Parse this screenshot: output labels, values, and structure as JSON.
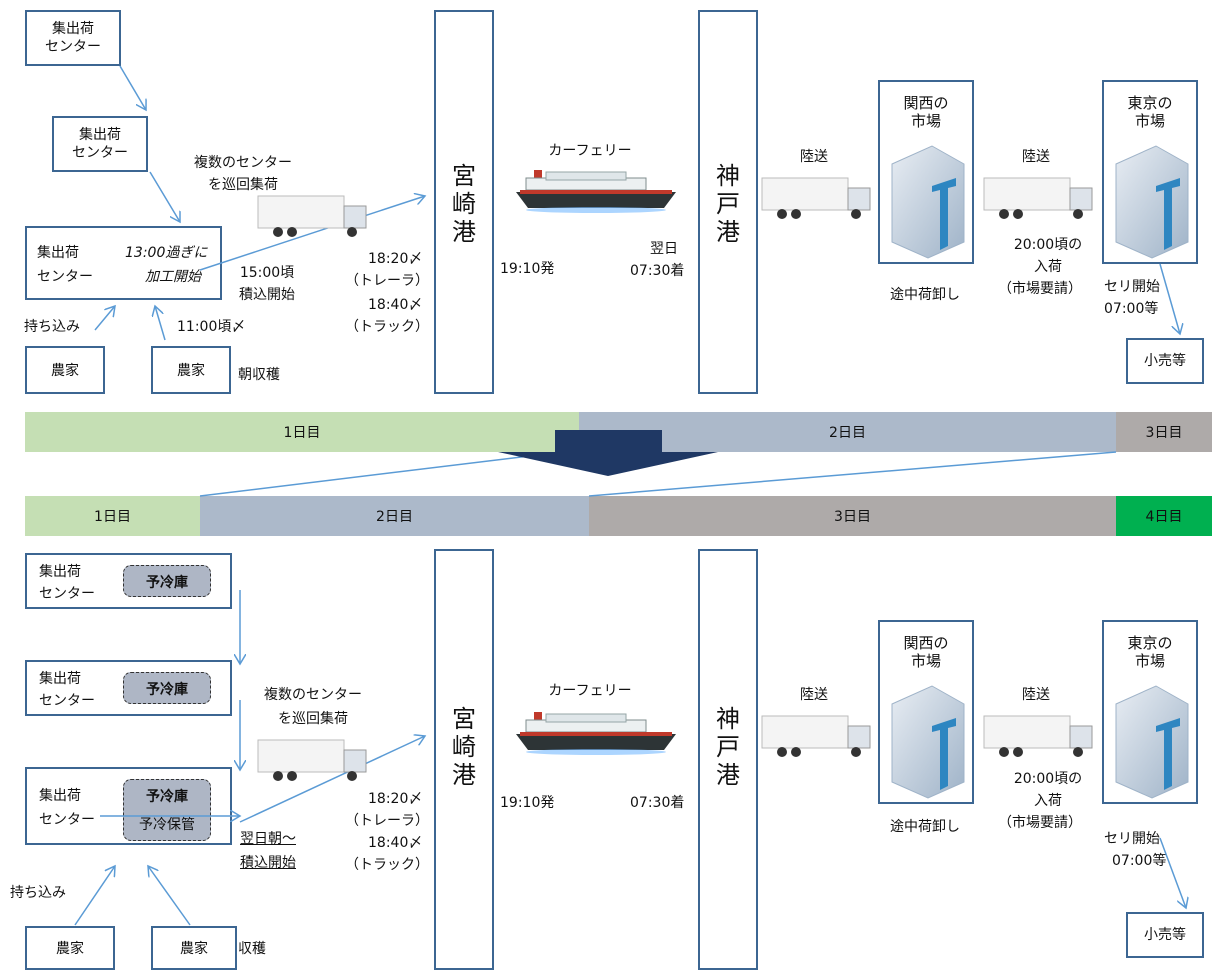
{
  "colors": {
    "box_border": "#3c6692",
    "arrow": "#5b9bd5",
    "day1": "#c5dfb4",
    "day2": "#acb9ca",
    "day3": "#aeaaa9",
    "day4": "#00b050",
    "transition_arrow": "#1f3864"
  },
  "top": {
    "center1": {
      "line1": "集出荷",
      "line2": "センター"
    },
    "center2": {
      "line1": "集出荷",
      "line2": "センター"
    },
    "center3": {
      "line1": "集出荷",
      "line2": "センター",
      "note1": "13:00過ぎに",
      "note2": "加工開始"
    },
    "farmer_a": "農家",
    "farmer_b": "農家",
    "bring_in": "持ち込み",
    "harvest_time": "11:00頃〆",
    "morning_harvest": "朝収穫",
    "collect_note1": "複数のセンター",
    "collect_note2": "を巡回集荷",
    "load_note1": "15:00頃",
    "load_note2": "積込開始",
    "trailer_time": "18:20〆",
    "trailer_label": "（トレーラ）",
    "truck_time": "18:40〆",
    "truck_label": "（トラック）",
    "port_miyazaki": [
      "宮",
      "崎",
      "港"
    ],
    "ferry_label": "カーフェリー",
    "depart": "19:10発",
    "arrive_day": "翌日",
    "arrive_time": "07:30着",
    "port_kobe": [
      "神",
      "戸",
      "港"
    ],
    "land1": "陸送",
    "kansai_market": {
      "line1": "関西の",
      "line2": "市場"
    },
    "unload": "途中荷卸し",
    "land2": "陸送",
    "arrival_note1": "20:00頃の",
    "arrival_note2": "入荷",
    "arrival_note3": "（市場要請）",
    "tokyo_market": {
      "line1": "東京の",
      "line2": "市場"
    },
    "auction1": "セリ開始",
    "auction2": "07:00等",
    "retail": "小売等"
  },
  "timeline_top": [
    "1日目",
    "2日目",
    "3日目"
  ],
  "timeline_bottom": [
    "1日目",
    "2日目",
    "3日目",
    "4日目"
  ],
  "bottom": {
    "center1": {
      "line1": "集出荷",
      "line2": "センター",
      "precool": "予冷庫"
    },
    "center2": {
      "line1": "集出荷",
      "line2": "センター",
      "precool": "予冷庫"
    },
    "center3": {
      "line1": "集出荷",
      "line2": "センター",
      "precool": "予冷庫",
      "storage": "予冷保管"
    },
    "farmer_a": "農家",
    "farmer_b": "農家",
    "bring_in": "持ち込み",
    "harvest": "収穫",
    "collect_note1": "複数のセンター",
    "collect_note2": "を巡回集荷",
    "load_note1": "翌日朝～",
    "load_note2": "積込開始",
    "trailer_time": "18:20〆",
    "trailer_label": "（トレーラ）",
    "truck_time": "18:40〆",
    "truck_label": "（トラック）",
    "port_miyazaki": [
      "宮",
      "崎",
      "港"
    ],
    "ferry_label": "カーフェリー",
    "depart": "19:10発",
    "arrive_time": "07:30着",
    "port_kobe": [
      "神",
      "戸",
      "港"
    ],
    "land1": "陸送",
    "kansai_market": {
      "line1": "関西の",
      "line2": "市場"
    },
    "unload": "途中荷卸し",
    "land2": "陸送",
    "arrival_note1": "20:00頃の",
    "arrival_note2": "入荷",
    "arrival_note3": "（市場要請）",
    "tokyo_market": {
      "line1": "東京の",
      "line2": "市場"
    },
    "auction1": "セリ開始",
    "auction2": "07:00等",
    "retail": "小売等"
  },
  "icons": [
    "truck-icon",
    "ferry-icon",
    "building-icon"
  ]
}
